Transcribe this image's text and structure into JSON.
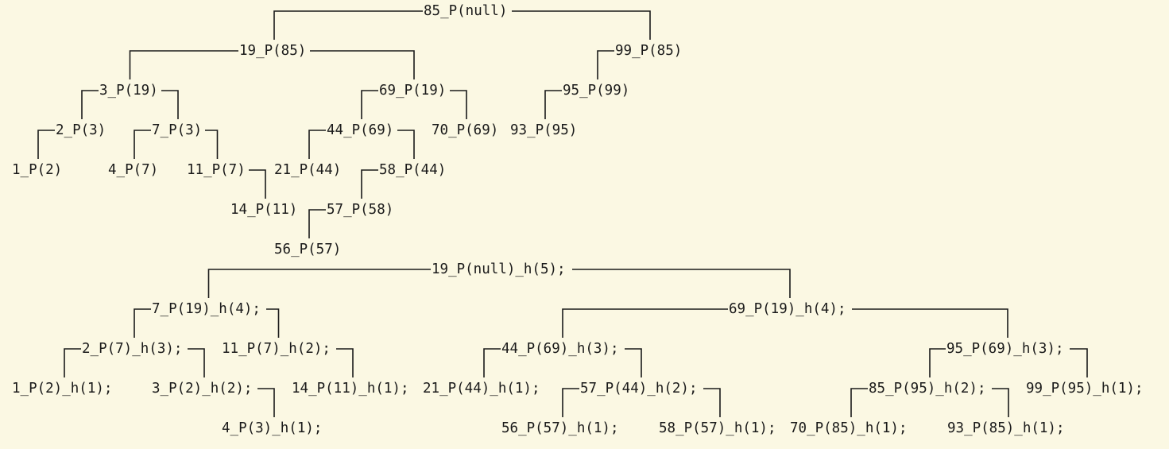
{
  "colors": {
    "background": "#fbf8e3",
    "ink": "#1a1a1a"
  },
  "trees": [
    {
      "id": "first-tree",
      "nodes": [
        {
          "id": "n85",
          "label": "85_P(null)",
          "children": [
            "n19",
            "n99"
          ]
        },
        {
          "id": "n19",
          "label": "19_P(85)",
          "children": [
            "n3",
            "n69"
          ]
        },
        {
          "id": "n99",
          "label": "99_P(85)",
          "children": [
            "n95"
          ]
        },
        {
          "id": "n3",
          "label": "3_P(19)",
          "children": [
            "n2",
            "n7"
          ]
        },
        {
          "id": "n69",
          "label": "69_P(19)",
          "children": [
            "n44",
            "n70"
          ]
        },
        {
          "id": "n95",
          "label": "95_P(99)",
          "children": [
            "n93"
          ]
        },
        {
          "id": "n2",
          "label": "2_P(3)",
          "children": [
            "n1"
          ]
        },
        {
          "id": "n7",
          "label": "7_P(3)",
          "children": [
            "n4",
            "n11"
          ]
        },
        {
          "id": "n44",
          "label": "44_P(69)",
          "children": [
            "n21",
            "n58"
          ]
        },
        {
          "id": "n70",
          "label": "70_P(69)",
          "children": []
        },
        {
          "id": "n93",
          "label": "93_P(95)",
          "children": []
        },
        {
          "id": "n1",
          "label": "1_P(2)",
          "children": []
        },
        {
          "id": "n4",
          "label": "4_P(7)",
          "children": []
        },
        {
          "id": "n11",
          "label": "11_P(7)",
          "children": [
            "n14"
          ]
        },
        {
          "id": "n21",
          "label": "21_P(44)",
          "children": []
        },
        {
          "id": "n58",
          "label": "58_P(44)",
          "children": [
            "n57"
          ]
        },
        {
          "id": "n14",
          "label": "14_P(11)",
          "children": []
        },
        {
          "id": "n57",
          "label": "57_P(58)",
          "children": [
            "n56"
          ]
        },
        {
          "id": "n56",
          "label": "56_P(57)",
          "children": []
        }
      ]
    },
    {
      "id": "second-tree",
      "nodes": [
        {
          "id": "m19",
          "label": "19_P(null)_h(5);",
          "children": [
            "m7",
            "m69"
          ]
        },
        {
          "id": "m7",
          "label": "7_P(19)_h(4);",
          "children": [
            "m2",
            "m11"
          ]
        },
        {
          "id": "m69",
          "label": "69_P(19)_h(4);",
          "children": [
            "m44",
            "m95"
          ]
        },
        {
          "id": "m2",
          "label": "2_P(7)_h(3);",
          "children": [
            "m1",
            "m3"
          ]
        },
        {
          "id": "m11",
          "label": "11_P(7)_h(2);",
          "children": [
            "m14"
          ]
        },
        {
          "id": "m44",
          "label": "44_P(69)_h(3);",
          "children": [
            "m21",
            "m57"
          ]
        },
        {
          "id": "m95",
          "label": "95_P(69)_h(3);",
          "children": [
            "m85",
            "m99"
          ]
        },
        {
          "id": "m1",
          "label": "1_P(2)_h(1);",
          "children": []
        },
        {
          "id": "m3",
          "label": "3_P(2)_h(2);",
          "children": [
            "m4"
          ]
        },
        {
          "id": "m14",
          "label": "14_P(11)_h(1);",
          "children": []
        },
        {
          "id": "m21",
          "label": "21_P(44)_h(1);",
          "children": []
        },
        {
          "id": "m57",
          "label": "57_P(44)_h(2);",
          "children": [
            "m56",
            "m58"
          ]
        },
        {
          "id": "m85",
          "label": "85_P(95)_h(2);",
          "children": [
            "m70",
            "m93"
          ]
        },
        {
          "id": "m99",
          "label": "99_P(95)_h(1);",
          "children": []
        },
        {
          "id": "m4",
          "label": "4_P(3)_h(1);",
          "children": []
        },
        {
          "id": "m56",
          "label": "56_P(57)_h(1);",
          "children": []
        },
        {
          "id": "m58",
          "label": "58_P(57)_h(1);",
          "children": []
        },
        {
          "id": "m70",
          "label": "70_P(85)_h(1);",
          "children": []
        },
        {
          "id": "m93",
          "label": "93_P(85)_h(1);",
          "children": []
        }
      ]
    }
  ]
}
